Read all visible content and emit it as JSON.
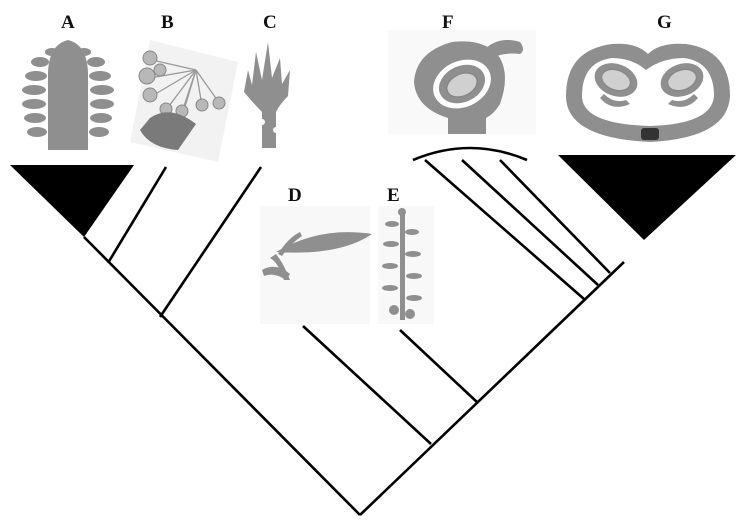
{
  "figure": {
    "panels": [
      {
        "id": "A",
        "label": "A",
        "icon": "cone-strobilus-icon"
      },
      {
        "id": "B",
        "label": "B",
        "icon": "ginkgo-ovulate-stalk-icon"
      },
      {
        "id": "C",
        "label": "C",
        "icon": "conifer-bract-scale-icon"
      },
      {
        "id": "D",
        "label": "D",
        "icon": "leaf-with-ovule-icon"
      },
      {
        "id": "E",
        "label": "E",
        "icon": "branched-axis-icon"
      },
      {
        "id": "F",
        "label": "F",
        "icon": "angiosperm-ovule-section-icon"
      },
      {
        "id": "G",
        "label": "G",
        "icon": "bitegmic-ovule-section-icon"
      }
    ],
    "colors": {
      "line": "#000000",
      "clade": "#000000",
      "icon": "#8f8f8f",
      "icon_light": "#b8b8b8",
      "background": "#ffffff"
    }
  }
}
